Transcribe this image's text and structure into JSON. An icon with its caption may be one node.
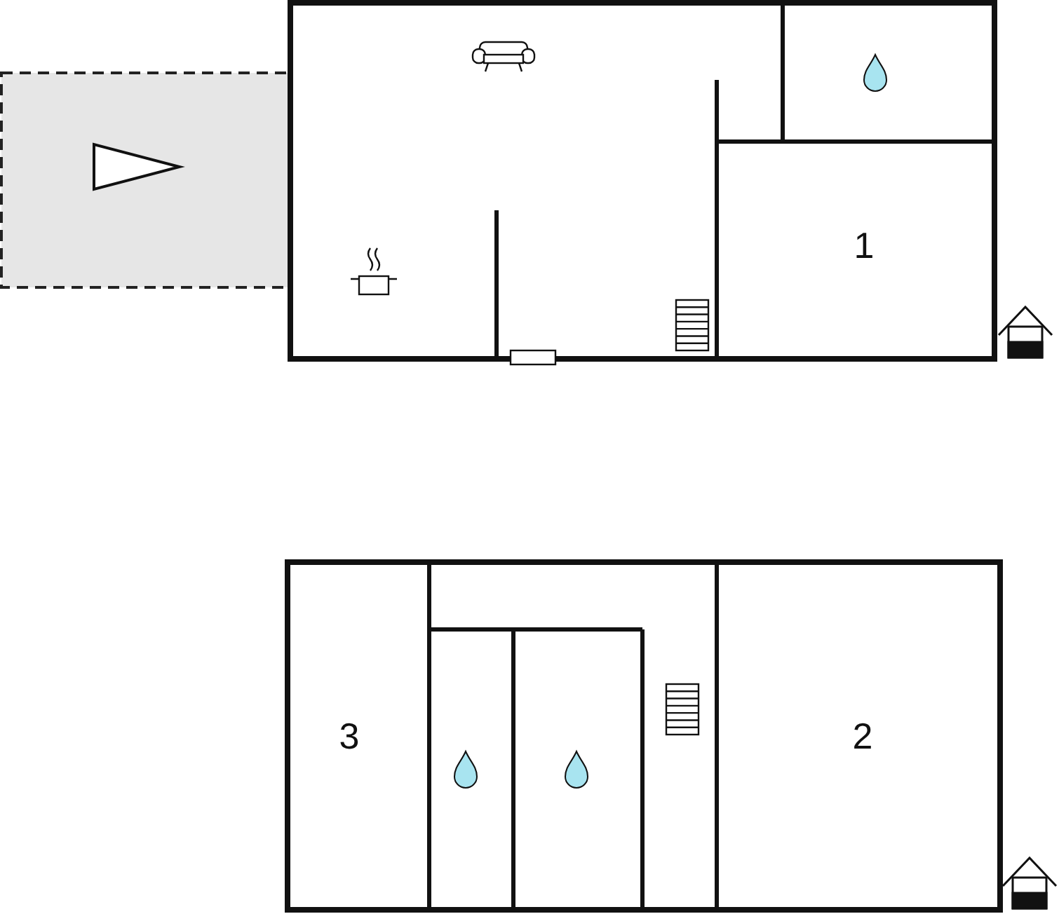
{
  "diagram": {
    "nodes": [
      {
        "text": [
          "1"
        ]
      },
      {
        "text": [
          "3"
        ]
      },
      {
        "text": [
          "2"
        ]
      }
    ]
  }
}
